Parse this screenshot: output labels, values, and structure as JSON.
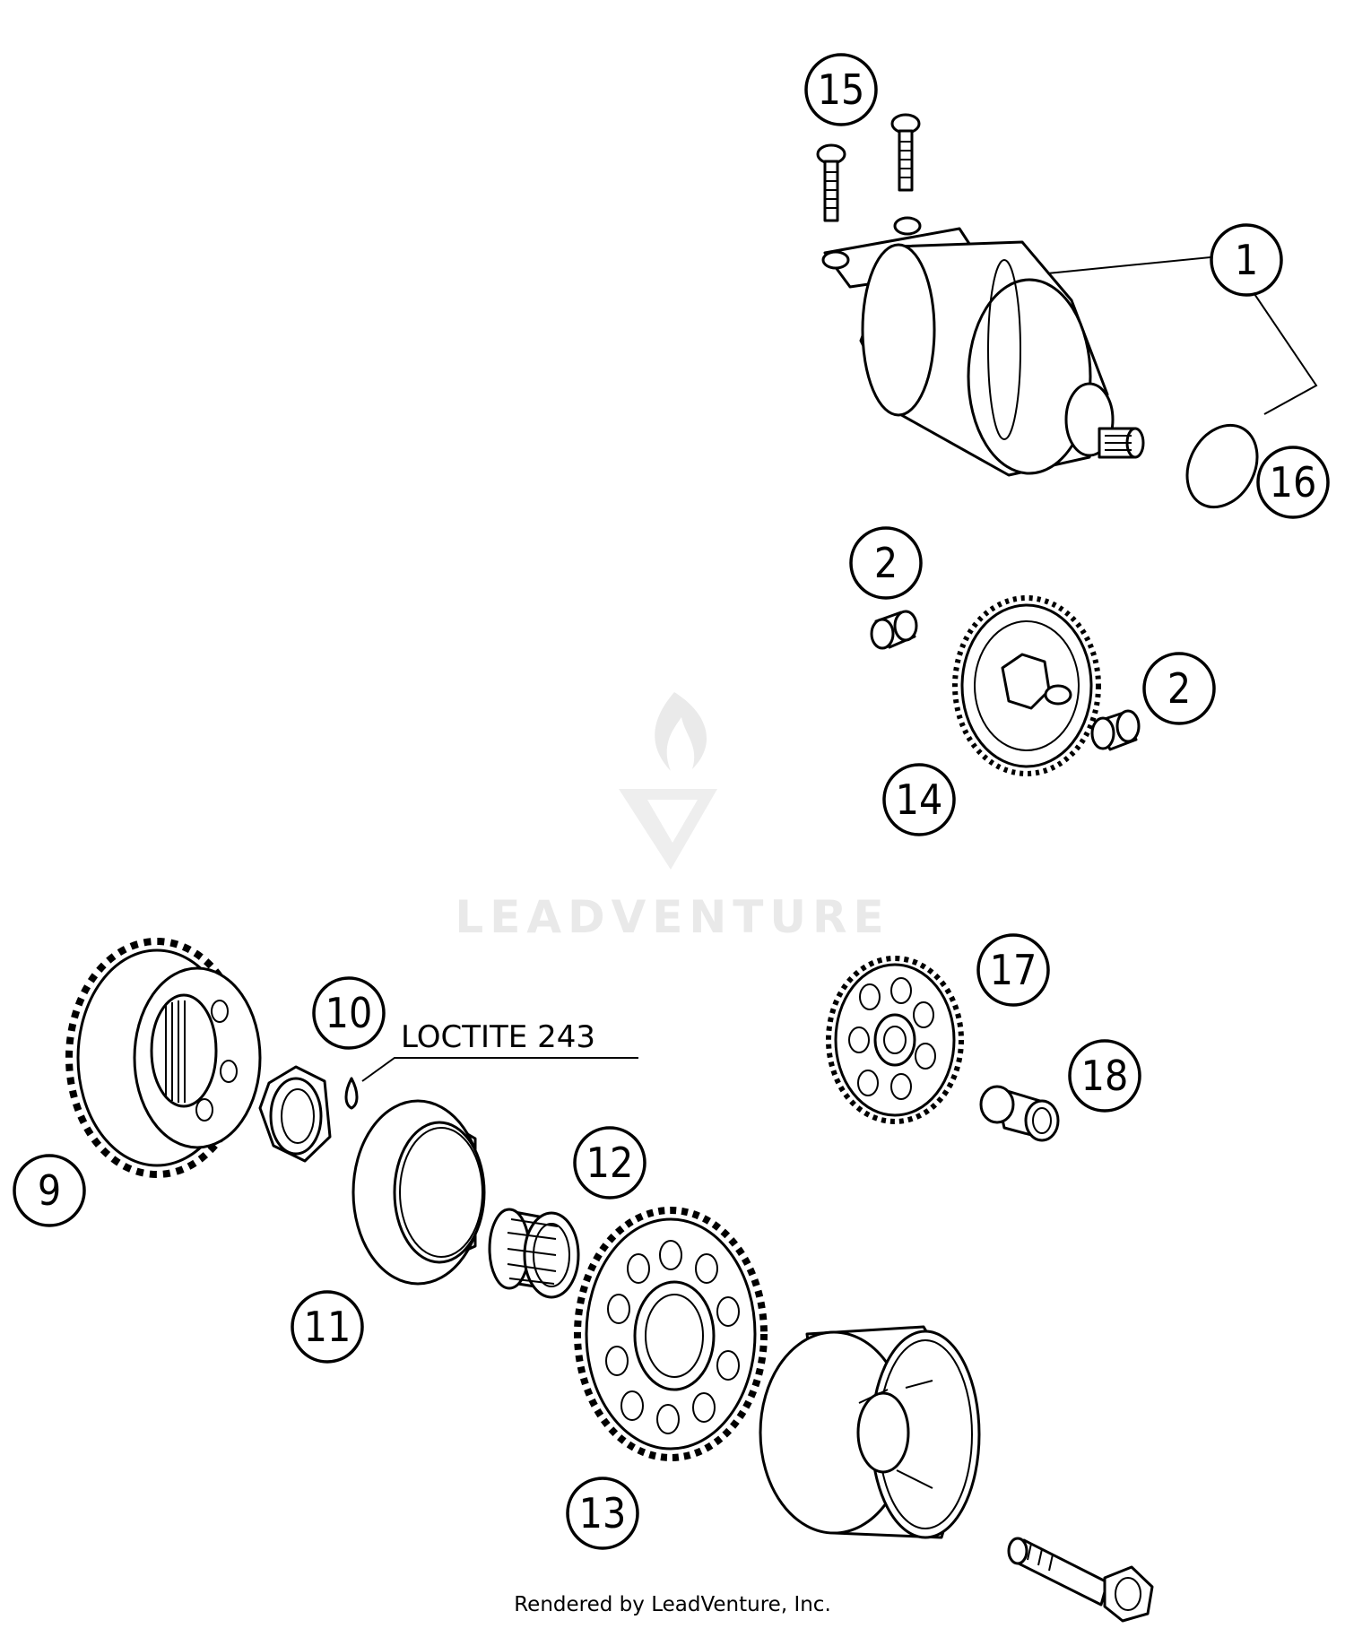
{
  "diagram": {
    "callouts": [
      {
        "id": "c15",
        "label": "15"
      },
      {
        "id": "c1",
        "label": "1"
      },
      {
        "id": "c16",
        "label": "16"
      },
      {
        "id": "c2a",
        "label": "2"
      },
      {
        "id": "c2b",
        "label": "2"
      },
      {
        "id": "c14",
        "label": "14"
      },
      {
        "id": "c17",
        "label": "17"
      },
      {
        "id": "c18",
        "label": "18"
      },
      {
        "id": "c10",
        "label": "10"
      },
      {
        "id": "c12",
        "label": "12"
      },
      {
        "id": "c9",
        "label": "9"
      },
      {
        "id": "c11",
        "label": "11"
      },
      {
        "id": "c13",
        "label": "13"
      }
    ],
    "note": "LOCTITE 243",
    "watermark": "LEADVENTURE",
    "footer": "Rendered by LeadVenture, Inc."
  }
}
